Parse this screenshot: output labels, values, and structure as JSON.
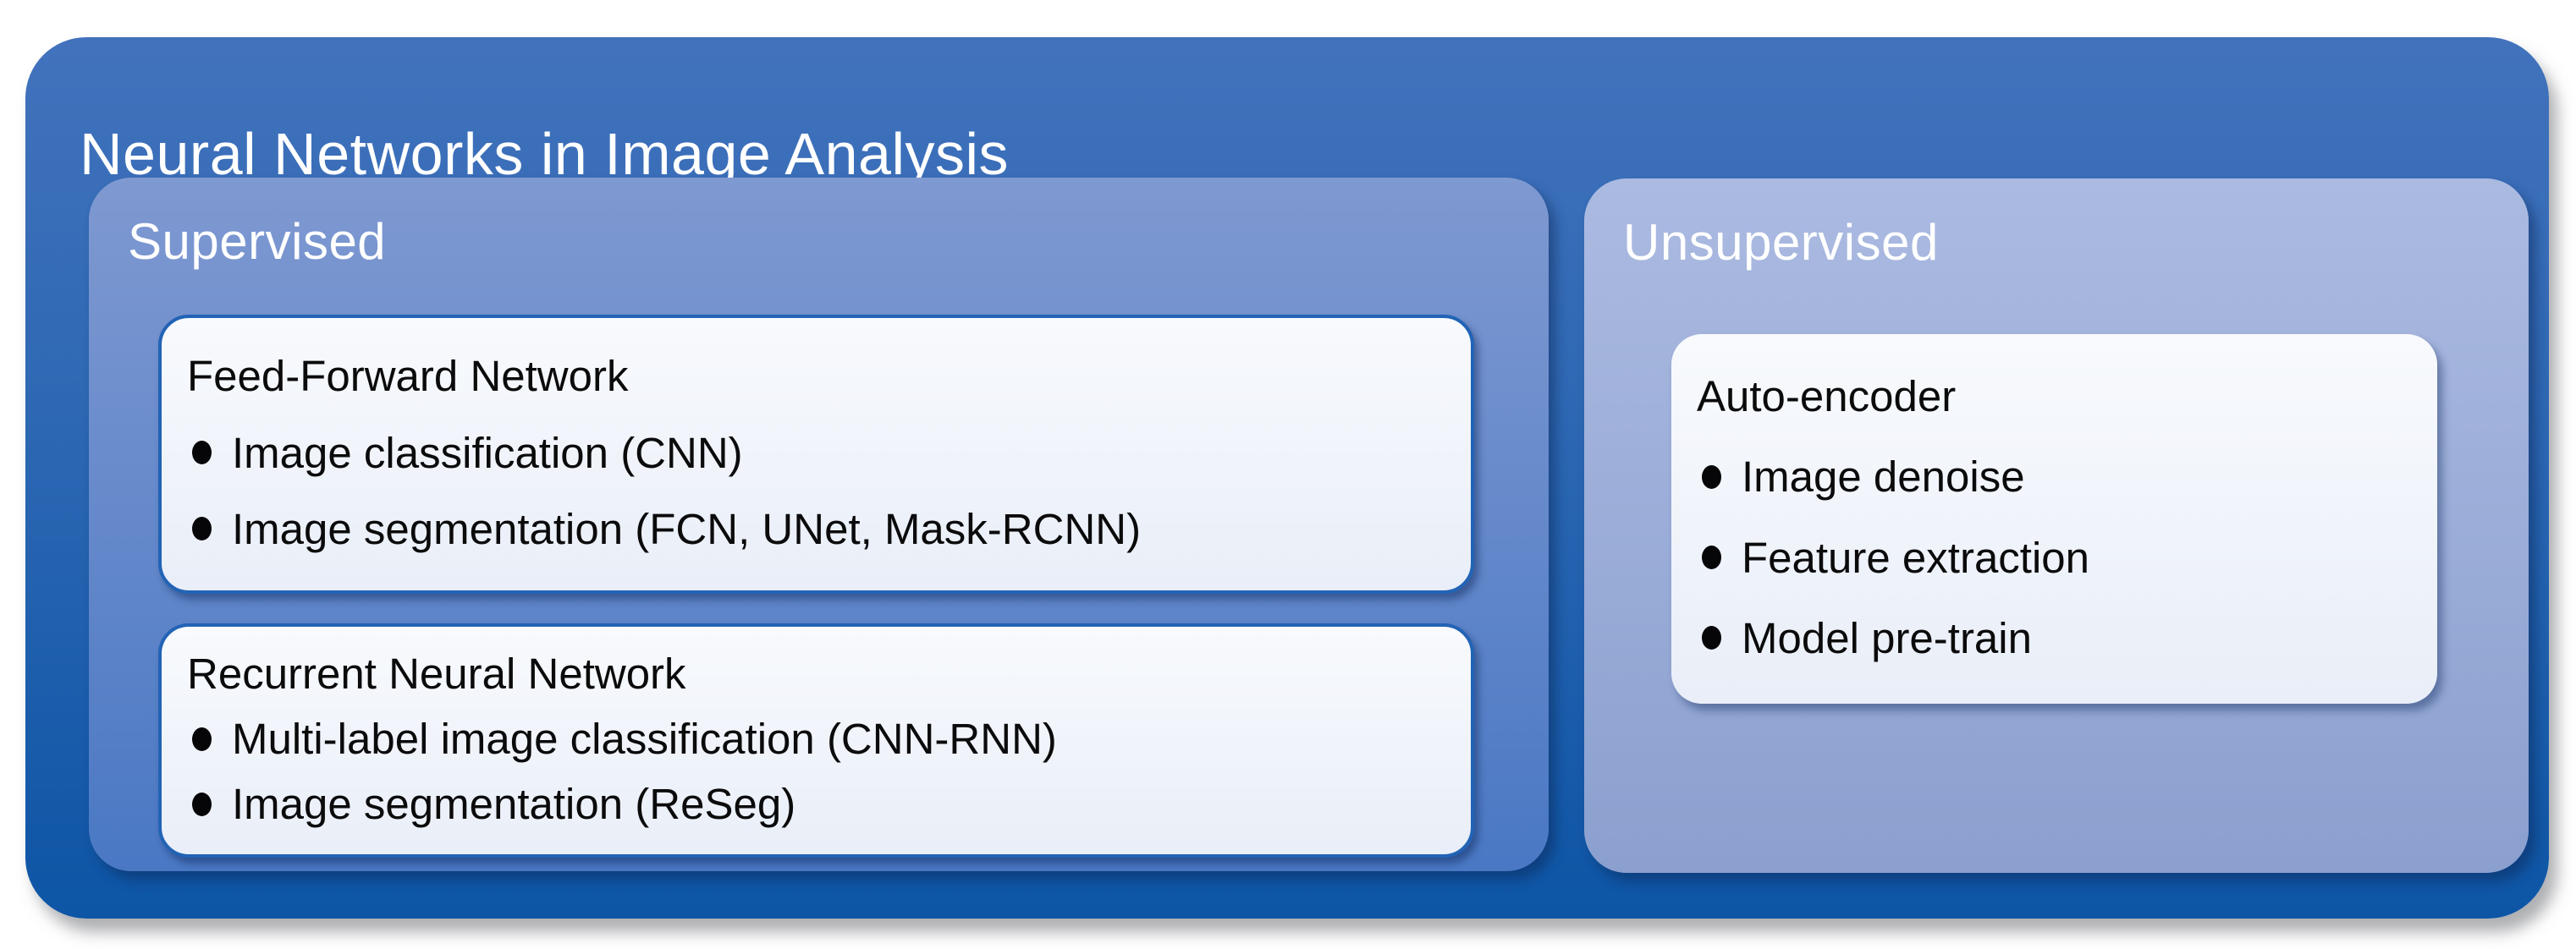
{
  "diagram": {
    "title": "Neural Networks in Image Analysis",
    "sections": [
      {
        "label": "Supervised",
        "boxes": [
          {
            "title": "Feed-Forward Network",
            "bullets": [
              "Image classification (CNN)",
              "Image segmentation (FCN, UNet, Mask-RCNN)"
            ]
          },
          {
            "title": "Recurrent Neural Network",
            "bullets": [
              "Multi-label image classification (CNN-RNN)",
              "Image segmentation (ReSeg)"
            ]
          }
        ]
      },
      {
        "label": "Unsupervised",
        "boxes": [
          {
            "title": "Auto-encoder",
            "bullets": [
              "Image denoise",
              "Feature extraction",
              "Model pre-train"
            ]
          }
        ]
      }
    ]
  },
  "colors": {
    "outer_top": "#4272bc",
    "outer_mid": "#2e68b4",
    "outer_bottom": "#0d55a5",
    "sup_top": "#7f99d1",
    "sup_bottom": "#4a78c4",
    "unsup_top": "#abbae1",
    "unsup_bottom": "#8ba0cf",
    "card_top": "#f8fafd",
    "card_bottom": "#e9eef8",
    "card_border": "#2263b5",
    "text_light": "#ffffff",
    "text_dark": "#0b0b0c"
  }
}
